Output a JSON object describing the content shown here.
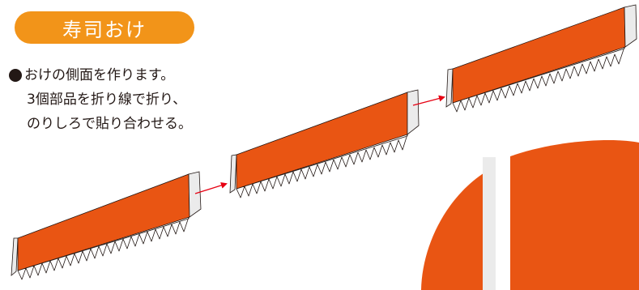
{
  "title": "寿司おけ",
  "instructions": {
    "line1": "おけの側面を作ります。",
    "line2": "3個部品を折り線で折り、",
    "line3": "のりしろで貼り合わせる。"
  },
  "colors": {
    "title_bg": "#f29419",
    "part_fill": "#e95513",
    "tab_fill": "#ebebeb",
    "arrow": "#e60012",
    "outline": "#231815"
  },
  "icons": [
    "bullet-dot",
    "arrow-right"
  ]
}
